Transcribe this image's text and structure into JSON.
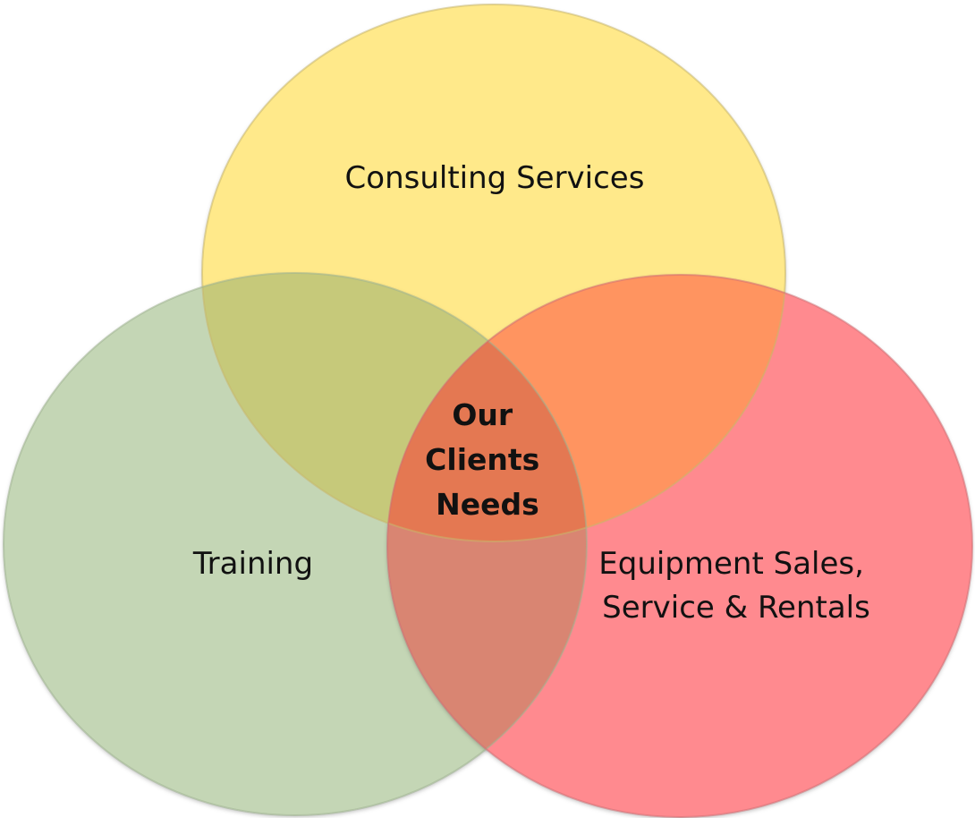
{
  "diagram": {
    "type": "venn",
    "sets": [
      {
        "id": "consulting",
        "label_lines": [
          "Consulting Services"
        ],
        "color": "#FFE98A"
      },
      {
        "id": "training",
        "label_lines": [
          "Training"
        ],
        "color": "#C4D6B5"
      },
      {
        "id": "equipment",
        "label_lines": [
          "Equipment Sales,",
          "Service & Rentals"
        ],
        "color": "#FF8A8F"
      }
    ],
    "center_label_lines": [
      "Our",
      "Clients",
      "Needs"
    ],
    "overlap_colors": {
      "consulting_training": "#C6C97A",
      "consulting_equipment": "#FF9460",
      "training_equipment": "#D98572",
      "all": "#E47852"
    }
  }
}
